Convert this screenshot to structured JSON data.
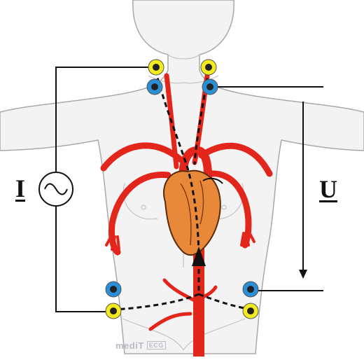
{
  "labels": {
    "current": "I",
    "voltage": "U"
  },
  "logo": {
    "text": "mediT",
    "box": "ECG"
  },
  "icons": {
    "source": "ac-source-icon"
  },
  "colors": {
    "artery": "#e3261c",
    "heart": "#e8893a",
    "electrode_outer_yellow": "#f3ec1d",
    "electrode_outer_blue": "#2a8fd6",
    "body_outline": "#b8b8b8",
    "wire": "#111111"
  }
}
